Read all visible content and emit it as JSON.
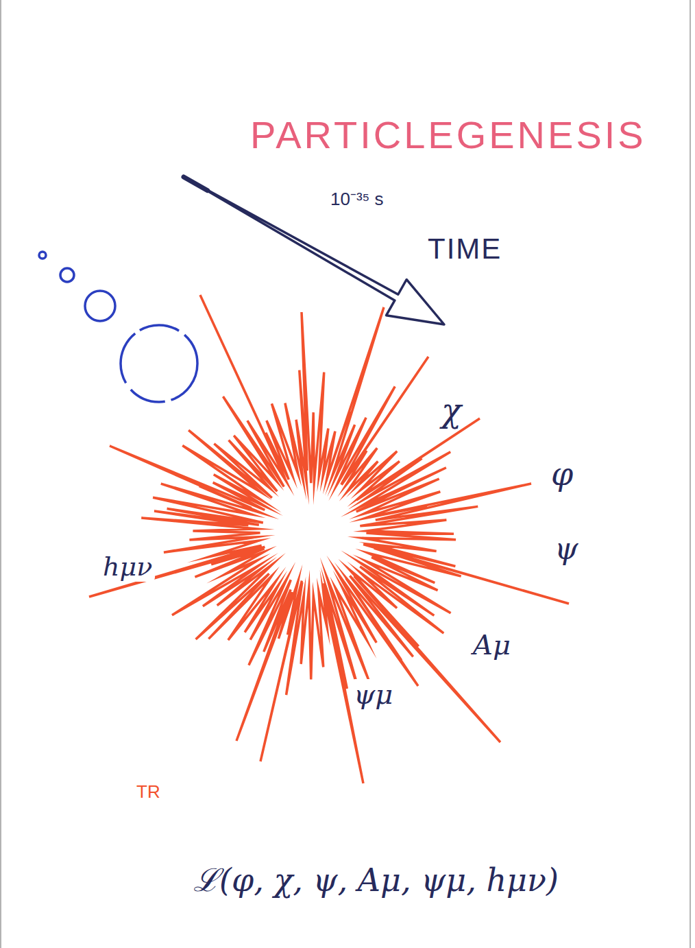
{
  "diagram": {
    "title": "PARTICLEGENESIS",
    "labels": [
      "10⁻³⁵ s",
      "TIME",
      "χ",
      "φ",
      "ψ",
      "Aμ",
      "ψμ",
      "hμν",
      "TR",
      "ℒ(φ, χ, ψ, Aμ, ψμ, hμν)"
    ]
  }
}
